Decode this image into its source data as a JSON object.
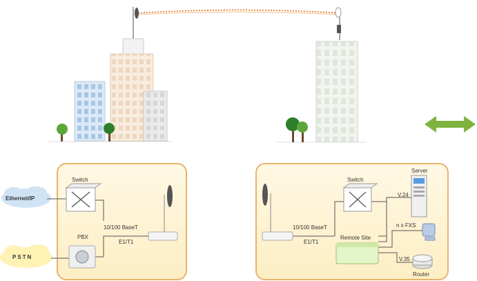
{
  "labels": {
    "ethernet": "Ethernet/IP",
    "pstn": "PSTN",
    "switch_left": "Switch",
    "pbx": "PBX",
    "link_left_1": "10/100 BaseT",
    "link_left_2": "E1/T1",
    "switch_right": "Switch",
    "link_right_1": "10/100 BaseT",
    "link_right_2": "E1/T1",
    "remote_site": "Remote Site",
    "server": "Server",
    "v24": "V.24",
    "fxs": "n x FXS",
    "v35": "V.35",
    "router": "Router"
  },
  "colors": {
    "panel_border": "#e6b46a",
    "panel_fill": "#fdeec4",
    "cloud_blue": "#cfe3f5",
    "cloud_yellow": "#fff2b5",
    "arrow_green": "#7fb33d",
    "radio_link": "#e88a3a"
  }
}
